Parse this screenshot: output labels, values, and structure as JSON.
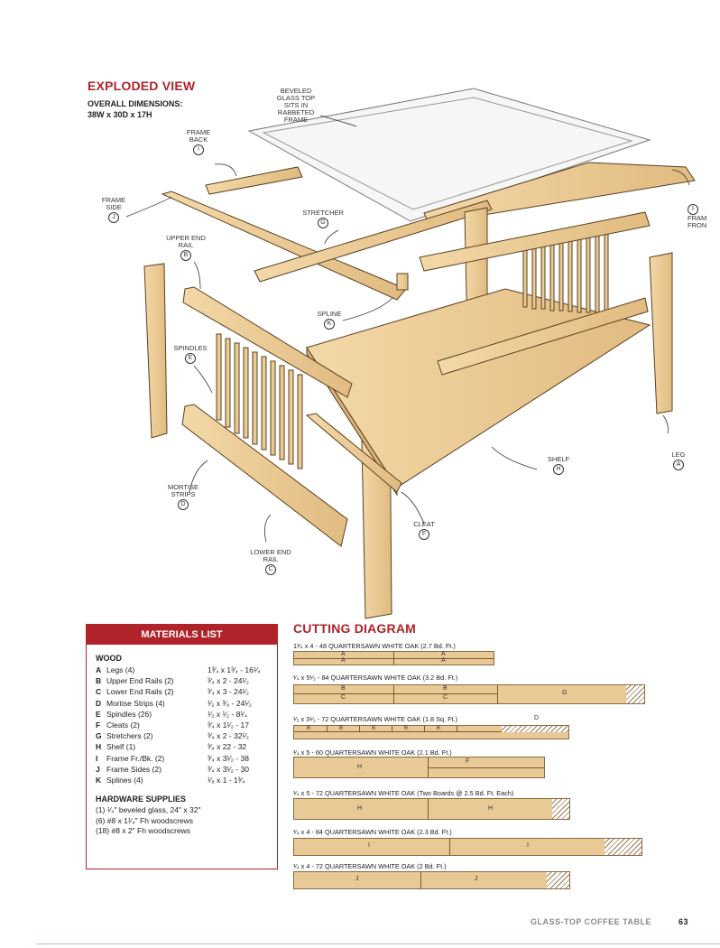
{
  "exploded": {
    "title": "EXPLODED VIEW",
    "dims_label": "OVERALL DIMENSIONS:",
    "dims_value": "38W x 30D x 17H"
  },
  "callouts": {
    "glass": {
      "text": "BEVELED GLASS TOP SITS IN RABBETED FRAME"
    },
    "frame_back": {
      "text": "FRAME BACK",
      "key": "I"
    },
    "frame_front": {
      "text": "FRAM FRON",
      "key": "I"
    },
    "frame_side": {
      "text": "FRAME SIDE",
      "key": "J"
    },
    "stretcher": {
      "text": "STRETCHER",
      "key": "G"
    },
    "upper_rail": {
      "text": "UPPER END RAIL",
      "key": "B"
    },
    "spline": {
      "text": "SPLINE",
      "key": "K"
    },
    "spindles": {
      "text": "SPINDLES",
      "key": "E"
    },
    "shelf": {
      "text": "SHELF",
      "key": "H"
    },
    "leg": {
      "text": "LEG",
      "key": "A"
    },
    "mortise": {
      "text": "MORTISE STRIPS",
      "key": "D"
    },
    "cleat": {
      "text": "CLEAT",
      "key": "F"
    },
    "lower_rail": {
      "text": "LOWER END RAIL",
      "key": "C"
    }
  },
  "materials": {
    "title": "MATERIALS LIST",
    "wood_heading": "WOOD",
    "wood": [
      {
        "k": "A",
        "name": "Legs (4)",
        "dim": "1³⁄₄ x 1³⁄₄ - 16¹⁄₄"
      },
      {
        "k": "B",
        "name": "Upper End Rails (2)",
        "dim": "³⁄₄ x 2 - 24¹⁄₂"
      },
      {
        "k": "C",
        "name": "Lower End Rails (2)",
        "dim": "³⁄₄ x 3 - 24¹⁄₂"
      },
      {
        "k": "D",
        "name": "Mortise Strips (4)",
        "dim": "¹⁄₂ x ³⁄₈ - 24¹⁄₂"
      },
      {
        "k": "E",
        "name": "Spindles (26)",
        "dim": "¹⁄₂ x ¹⁄₂ - 8¹⁄₄"
      },
      {
        "k": "F",
        "name": "Cleats (2)",
        "dim": "³⁄₄ x 1¹⁄₂ - 17"
      },
      {
        "k": "G",
        "name": "Stretchers (2)",
        "dim": "³⁄₄ x 2 - 32¹⁄₂"
      },
      {
        "k": "H",
        "name": "Shelf (1)",
        "dim": "³⁄₄ x 22 - 32"
      },
      {
        "k": "I",
        "name": "Frame Fr./Bk. (2)",
        "dim": "³⁄₄ x 3¹⁄₂ - 38"
      },
      {
        "k": "J",
        "name": "Frame Sides (2)",
        "dim": "³⁄₄ x 3¹⁄₂ - 30"
      },
      {
        "k": "K",
        "name": "Splines (4)",
        "dim": "¹⁄₈ x 1 - 1³⁄₄"
      }
    ],
    "hardware_heading": "HARDWARE SUPPLIES",
    "hardware": [
      "(1) ¹⁄₄\" beveled glass, 24\" x 32\"",
      "(6) #8 x 1¹⁄₄\" Fh woodscrews",
      "(18) #8 x 2\" Fh woodscrews"
    ]
  },
  "cutting": {
    "title": "CUTTING DIAGRAM",
    "boards": [
      {
        "title": "1³⁄₄ x 4 - 48 QUARTERSAWN WHITE OAK (2.7 Bd. Ft.)",
        "labels": [
          "A",
          "A",
          "A",
          "A"
        ]
      },
      {
        "title": "³⁄₄ x 5¹⁄₂ - 84 QUARTERSAWN WHITE OAK (3.2 Bd. Ft.)",
        "labels": [
          "B",
          "B",
          "C",
          "C",
          "G"
        ]
      },
      {
        "title": "¹⁄₂ x 3¹⁄₂ - 72 QUARTERSAWN WHITE OAK (1.8 Sq. Ft.)",
        "labels": [
          "E",
          "E",
          "E",
          "E",
          "E",
          "D"
        ]
      },
      {
        "title": "³⁄₄ x 5 - 60 QUARTERSAWN WHITE OAK (2.1 Bd. Ft.)",
        "labels": [
          "H",
          "F"
        ]
      },
      {
        "title": "³⁄₄ x 5 - 72 QUARTERSAWN WHITE OAK (Two Boards @ 2.5 Bd. Ft. Each)",
        "labels": [
          "H",
          "H"
        ]
      },
      {
        "title": "³⁄₄ x 4 - 84 QUARTERSAWN WHITE OAK (2.3 Bd. Ft.)",
        "labels": [
          "I",
          "I"
        ]
      },
      {
        "title": "³⁄₄ x 4 - 72 QUARTERSAWN WHITE OAK (2 Bd. Ft.)",
        "labels": [
          "J",
          "J"
        ]
      }
    ]
  },
  "footer": {
    "section": "GLASS-TOP COFFEE TABLE",
    "page": "63"
  },
  "colors": {
    "accent": "#b0232a",
    "wood": "#e9c996"
  }
}
